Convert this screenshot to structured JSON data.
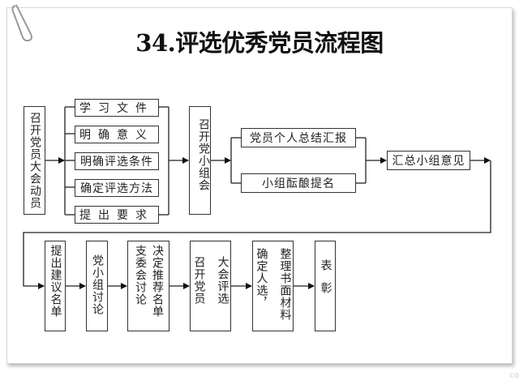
{
  "title": "34.评选优秀党员流程图",
  "row1": {
    "mobilize": "召开党员大会动员",
    "prep_items": [
      "学习文件",
      "明确意义",
      "明确评选条件",
      "确定评选方法",
      "提出要求"
    ],
    "group_meeting": "召开党小组会",
    "group_items": [
      "党员个人总结汇报",
      "小组酝酿提名"
    ],
    "summary": "汇总小组意见"
  },
  "row2": {
    "steps": [
      {
        "lines": [
          "提出建议名单"
        ]
      },
      {
        "lines": [
          "党小组讨论"
        ]
      },
      {
        "lines": [
          "决定推荐名单",
          "支委会讨论"
        ]
      },
      {
        "lines": [
          "大会评选",
          "召开党员"
        ]
      },
      {
        "lines": [
          "整理书面材料",
          "确定人选，"
        ]
      },
      {
        "lines": [
          "表彰"
        ]
      }
    ]
  },
  "watermark": "co"
}
